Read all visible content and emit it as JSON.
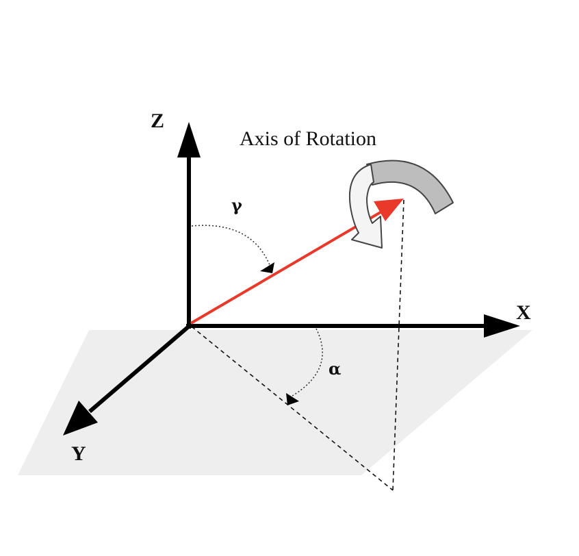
{
  "labels": {
    "x_axis": "X",
    "y_axis": "Y",
    "z_axis": "Z",
    "title": "Axis of Rotation",
    "gamma": "γ",
    "alpha": "α"
  },
  "colors": {
    "axis": "#000000",
    "rotation_axis": "#e8392a",
    "plane": "#eeeeee",
    "rotation_arrow_front": "#f4f4f4",
    "rotation_arrow_back": "#bdbdbd"
  }
}
